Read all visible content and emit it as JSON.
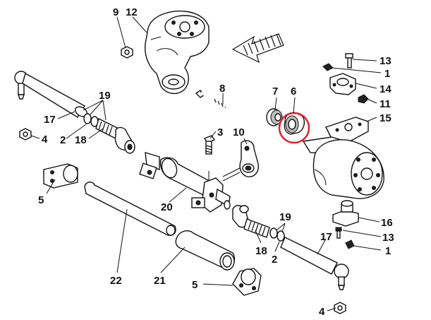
{
  "callouts": [
    {
      "id": "c9",
      "text": "9"
    },
    {
      "id": "c12",
      "text": "12"
    },
    {
      "id": "c8",
      "text": "8"
    },
    {
      "id": "c19a",
      "text": "19"
    },
    {
      "id": "c17a",
      "text": "17"
    },
    {
      "id": "c2a",
      "text": "2"
    },
    {
      "id": "c18a",
      "text": "18"
    },
    {
      "id": "c4a",
      "text": "4"
    },
    {
      "id": "c7",
      "text": "7"
    },
    {
      "id": "c6",
      "text": "6"
    },
    {
      "id": "c3",
      "text": "3"
    },
    {
      "id": "c10",
      "text": "10"
    },
    {
      "id": "c13a",
      "text": "13"
    },
    {
      "id": "c1a",
      "text": "1"
    },
    {
      "id": "c14",
      "text": "14"
    },
    {
      "id": "c11",
      "text": "11"
    },
    {
      "id": "c15",
      "text": "15"
    },
    {
      "id": "c5a",
      "text": "5"
    },
    {
      "id": "c20",
      "text": "20"
    },
    {
      "id": "c16",
      "text": "16"
    },
    {
      "id": "c13b",
      "text": "13"
    },
    {
      "id": "c1b",
      "text": "1"
    },
    {
      "id": "c19b",
      "text": "19"
    },
    {
      "id": "c17b",
      "text": "17"
    },
    {
      "id": "c18b",
      "text": "18"
    },
    {
      "id": "c2b",
      "text": "2"
    },
    {
      "id": "c22",
      "text": "22"
    },
    {
      "id": "c21",
      "text": "21"
    },
    {
      "id": "c5b",
      "text": "5"
    },
    {
      "id": "c4b",
      "text": "4"
    }
  ],
  "highlight": {
    "part": "6",
    "color": "#e0202a"
  },
  "colors": {
    "ink": "#111111",
    "shade": "#bdbdbd",
    "background": "#ffffff"
  }
}
